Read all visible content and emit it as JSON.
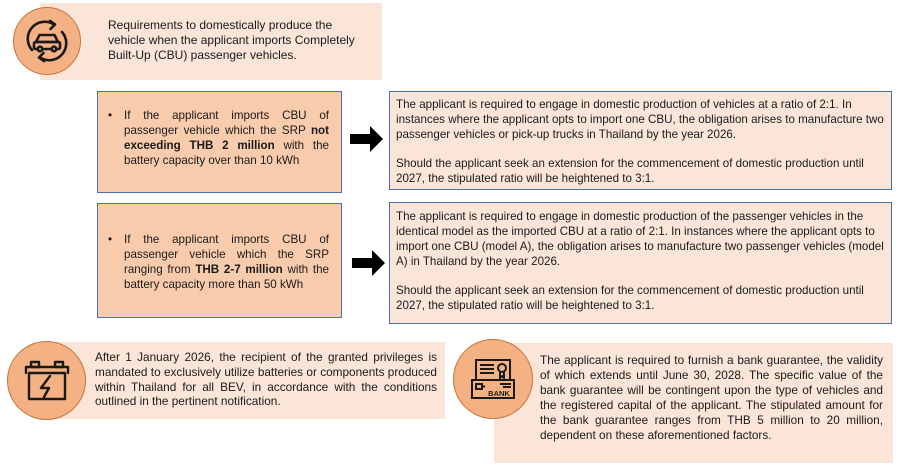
{
  "header": {
    "icon": "car-cycle-icon",
    "text": "Requirements to domestically produce the vehicle when the applicant imports Completely Built-Up (CBU) passenger vehicles."
  },
  "conditions": [
    {
      "bullet": "•",
      "pre": "If the applicant imports CBU of passenger vehicle which the SRP ",
      "bold": "not exceeding THB 2 million",
      "post": " with the battery capacity over than 10 kWh",
      "arrow_icon": "right-arrow-icon",
      "result_p1": "The applicant is required to engage in domestic production of vehicles at a ratio of 2:1. In instances where the applicant opts to import one CBU, the obligation arises to manufacture two passenger vehicles or pick-up trucks in Thailand by the year 2026.",
      "result_p2": "Should the applicant seek an extension for the commencement of domestic production until 2027, the stipulated ratio will be heightened to 3:1."
    },
    {
      "bullet": "•",
      "pre": "If the applicant imports CBU of passenger vehicle which the SRP ranging from ",
      "bold": "THB 2-7 million",
      "post": " with the battery capacity more than 50 kWh",
      "arrow_icon": "right-arrow-icon",
      "result_p1": "The applicant is required to engage in domestic production of the passenger vehicles in the identical model as the imported CBU at a ratio of 2:1. In instances where the applicant opts to import one CBU (model A), the obligation arises to manufacture two passenger vehicles (model A) in Thailand by the year 2026.",
      "result_p2": "Should the applicant seek an extension for the commencement of domestic production until 2027, the stipulated ratio will be heightened to 3:1."
    }
  ],
  "battery": {
    "icon": "battery-icon",
    "text": "After 1 January 2026, the recipient of the granted privileges is mandated to exclusively utilize batteries or components produced within Thailand for all BEV, in accordance with the conditions outlined in the pertinent notification."
  },
  "bank": {
    "icon": "bank-guarantee-icon",
    "icon_label": "BANK",
    "text": "The applicant is required to furnish a bank guarantee, the validity of which extends until June 30, 2028. The specific value of the bank guarantee will be contingent upon the type of vehicles and the registered capital of the applicant. The stipulated amount for the bank guarantee ranges from THB 5 million to 20 million, dependent on these aforementioned factors."
  },
  "colors": {
    "light_fill": "#fbe5d9",
    "mid_fill": "#f8cbad",
    "circle_fill": "#f4b183",
    "border_blue": "#4a72a8"
  }
}
